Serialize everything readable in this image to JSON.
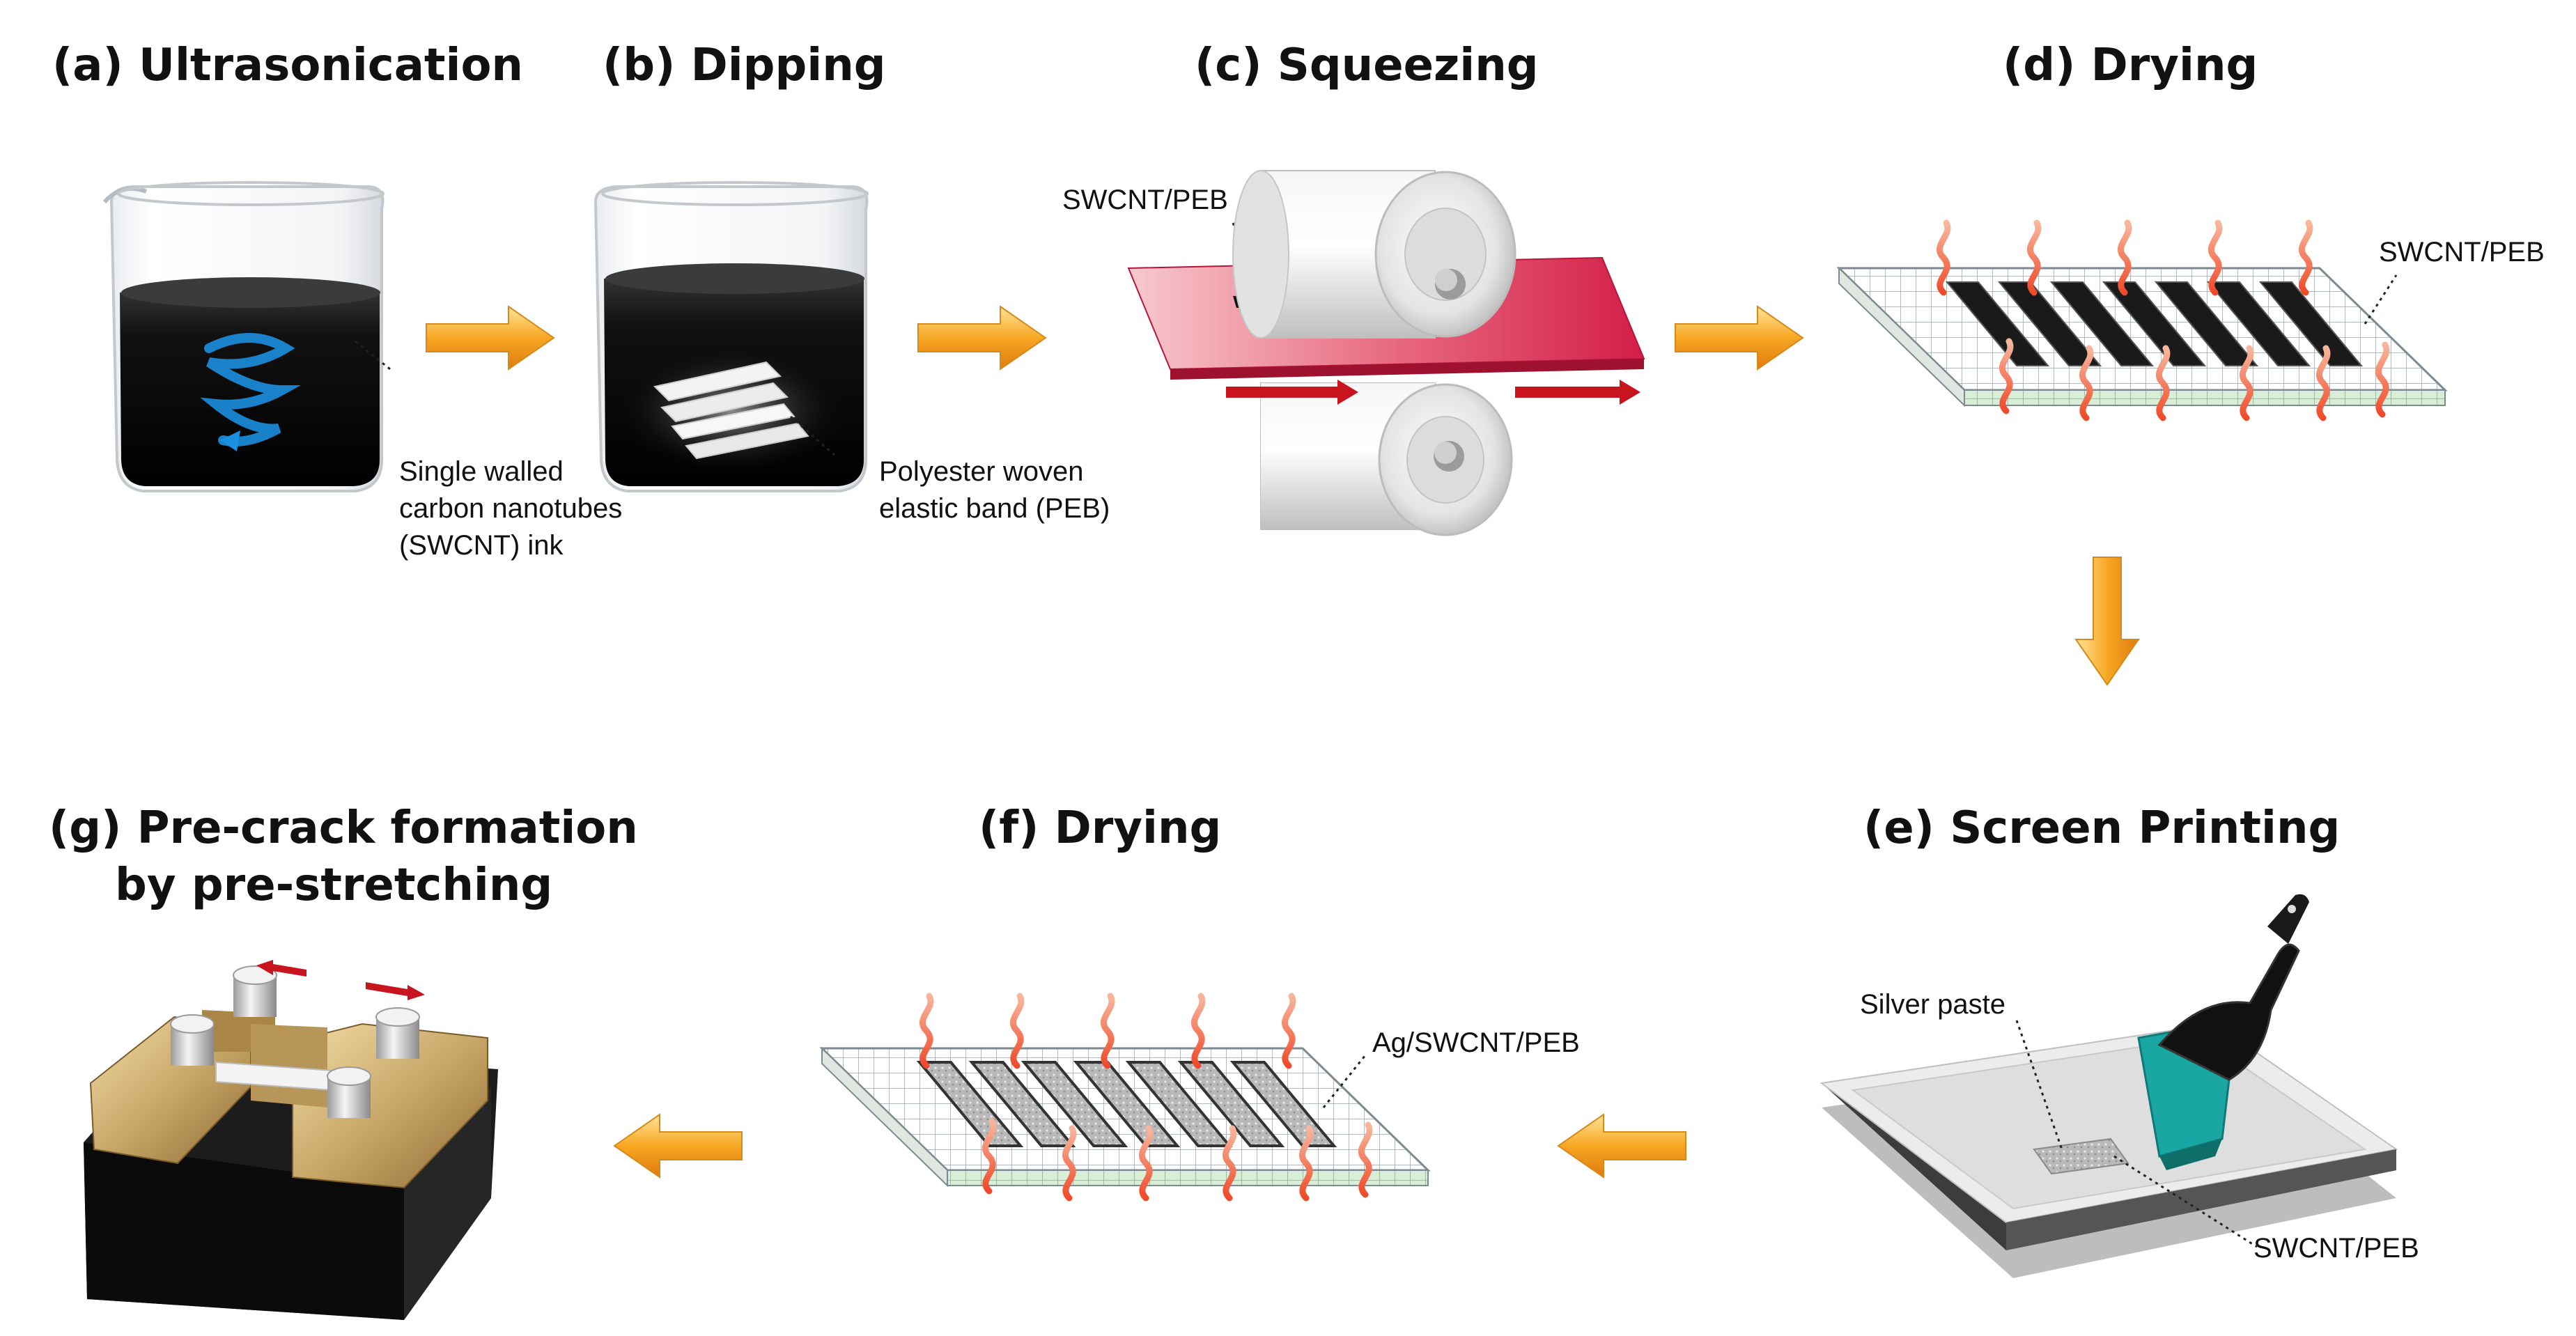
{
  "steps": {
    "a": {
      "title": "(a) Ultrasonication"
    },
    "b": {
      "title": "(b) Dipping"
    },
    "c": {
      "title": "(c) Squeezing"
    },
    "d": {
      "title": "(d) Drying"
    },
    "e": {
      "title": "(e) Screen Printing"
    },
    "f": {
      "title": "(f) Drying"
    },
    "g": {
      "title_line1": "(g) Pre-crack formation",
      "title_line2": "by pre-stretching"
    }
  },
  "labels": {
    "swcnt_ink_line1": "Single walled",
    "swcnt_ink_line2": "carbon nanotubes",
    "swcnt_ink_line3": "(SWCNT) ink",
    "peb_line1": "Polyester woven",
    "peb_line2": "elastic band (PEB)",
    "squeeze_label": "SWCNT/PEB",
    "drying_d_label": "SWCNT/PEB",
    "silver_paste": "Silver paste",
    "screen_swcnt_label": "SWCNT/PEB",
    "drying_f_label": "Ag/SWCNT/PEB"
  },
  "colors": {
    "ink": "#111111",
    "arrow_orange": "#f5a523",
    "feed_arrow_red": "#c8141e",
    "rubber_band_pink": "#e0405a",
    "heat_wave": "#f06040",
    "mesh_green": "#cfe8cf",
    "squeegee_teal": "#1aa7a3",
    "brass": "#c9a86a"
  },
  "icons": [
    "beaker-icon",
    "swirl-icon",
    "roller-icon",
    "heat-wave-icon",
    "squeegee-icon",
    "stretcher-clamp-icon",
    "flow-arrow-icon"
  ]
}
